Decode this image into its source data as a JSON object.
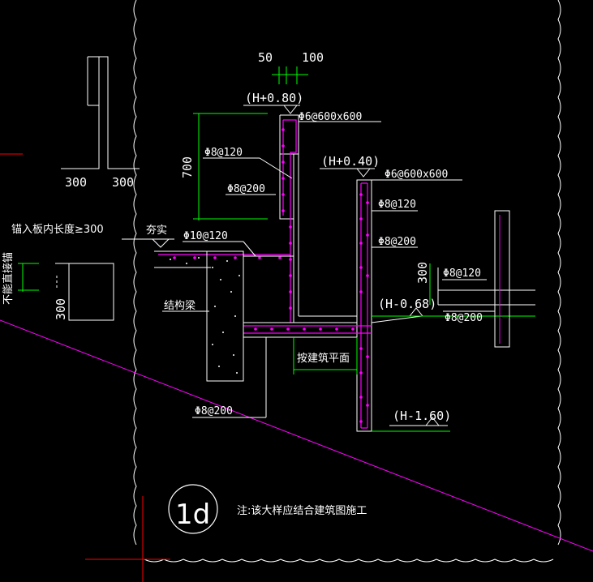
{
  "drawing": {
    "dims": {
      "d50": "50",
      "d100": "100",
      "d700": "700",
      "d300a": "300",
      "d300b": "300",
      "d300c": "300",
      "d300d": "300"
    },
    "elevations": {
      "e1": "(H+0.80)",
      "e2": "(H+0.40)",
      "e3": "(H-0.68)",
      "e4": "(H-1.60)"
    },
    "rebar": {
      "r1": "Φ6@600x600",
      "r2": "Φ6@600x600",
      "r3": "Φ8@120",
      "r4": "Φ8@200",
      "r5": "Φ8@120",
      "r6": "Φ8@200",
      "r7": "Φ10@120",
      "r8": "Φ8@120",
      "r9": "Φ8@200",
      "r10": "Φ8@200"
    },
    "labels": {
      "anchor": "锚入板内长度≥300",
      "compact": "夯实",
      "beam": "结构梁",
      "floor": "按建筑平面",
      "clear": "不能直接锚",
      "note": "注:该大样应结合建筑图施工",
      "detail_id": "1d"
    },
    "colors": {
      "background": "#000000",
      "line": "#ffffff",
      "dim": "#00ff00",
      "rebar": "#ff00ff",
      "boundary": "#ff00ff",
      "red": "#ff0000"
    }
  }
}
